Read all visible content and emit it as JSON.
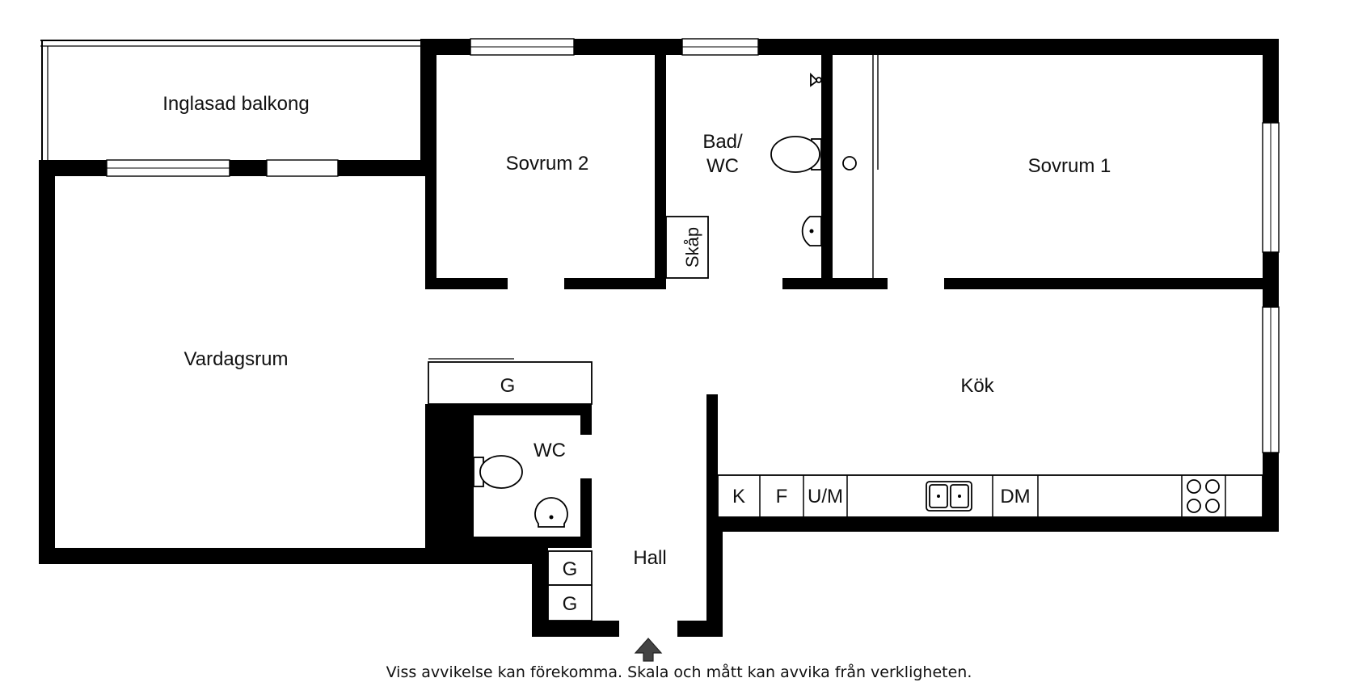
{
  "rooms": {
    "balcony": "Inglasad balkong",
    "bedroom2": "Sovrum 2",
    "bath_line1": "Bad/",
    "bath_line2": "WC",
    "closet": "Skåp",
    "bedroom1": "Sovrum 1",
    "living": "Vardagsrum",
    "kitchen": "Kök",
    "wc": "WC",
    "hall": "Hall"
  },
  "storage_label": "G",
  "kitchen_units": {
    "fridge": "K",
    "freezer": "F",
    "microwave_oven": "U/M",
    "dishwasher": "DM"
  },
  "disclaimer": "Viss avvikelse kan förekomma. Skala och mått kan avvika från verkligheten.",
  "icons": [
    "entrance-arrow-icon",
    "toilet-icon",
    "sink-icon",
    "stove-icon",
    "double-sink-icon",
    "shower-icon"
  ]
}
